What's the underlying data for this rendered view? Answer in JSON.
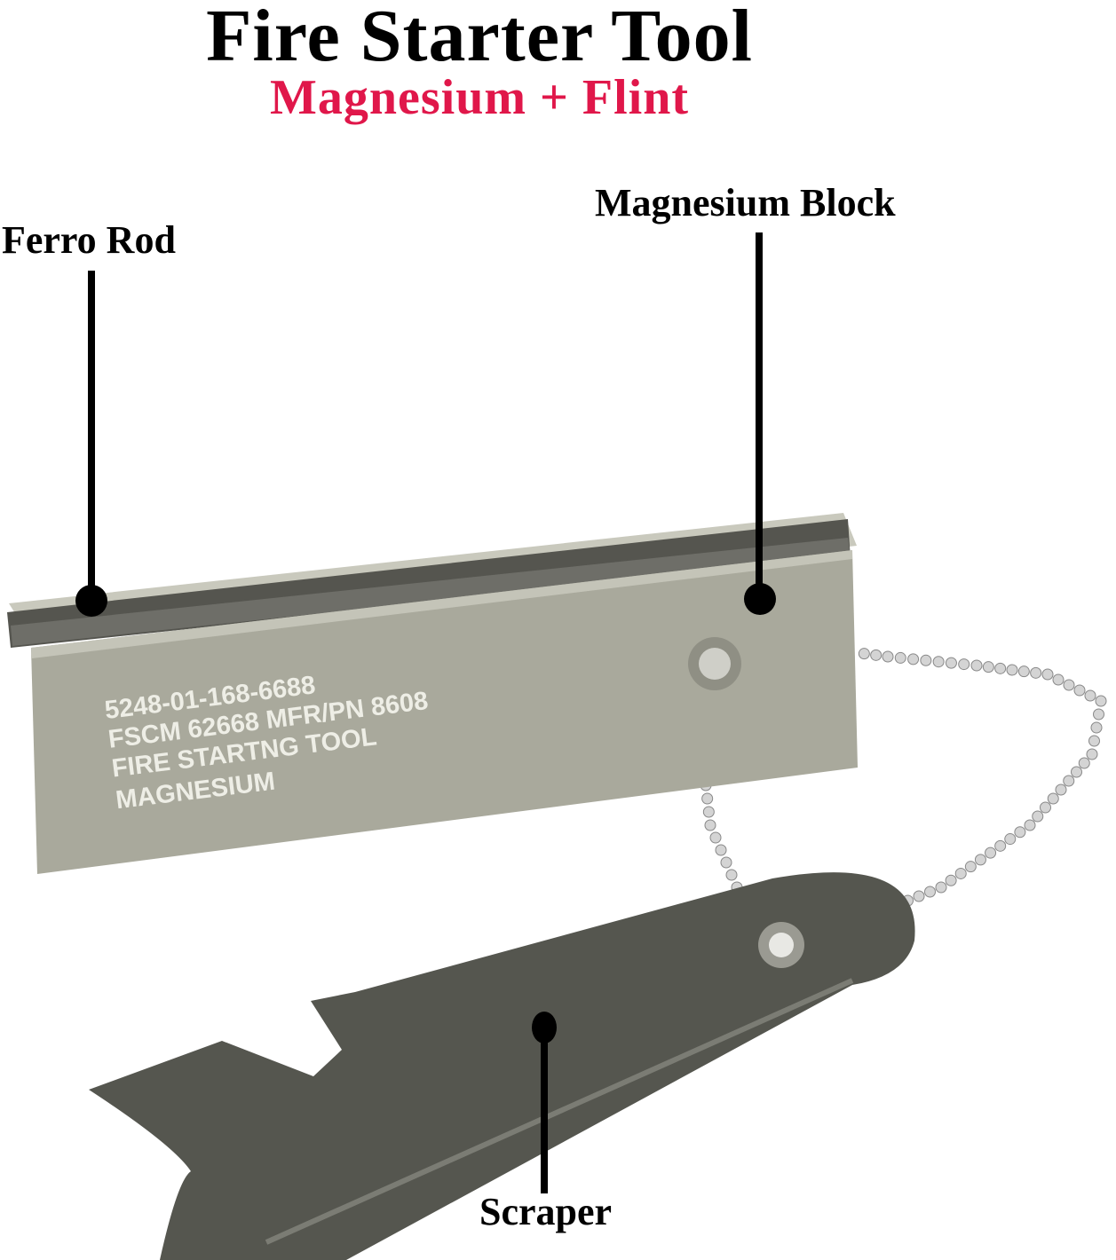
{
  "header": {
    "title": "Fire Starter Tool",
    "subtitle": "Magnesium + Flint"
  },
  "callouts": {
    "ferro_rod": "Ferro Rod",
    "magnesium_block": "Magnesium Block",
    "scraper": "Scraper"
  },
  "engraving": {
    "line1": "5248-01-168-6688",
    "line2": "FSCM 62668 MFR/PN 8608",
    "line3": "FIRE STARTNG TOOL",
    "line4": "MAGNESIUM"
  },
  "colors": {
    "subtitle": "#e0174a",
    "block": "#a9a99c",
    "rod": "#5a5a55",
    "scraper": "#55564f"
  }
}
